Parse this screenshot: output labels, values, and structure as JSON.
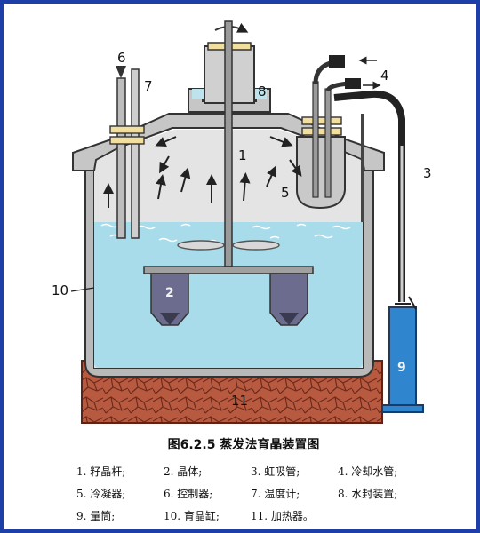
{
  "figure": {
    "caption": "图6.2.5 蒸发法育晶装置图",
    "labels": {
      "n1": "1",
      "n2": "2",
      "n3": "3",
      "n4": "4",
      "n5": "5",
      "n6": "6",
      "n7": "7",
      "n8": "8",
      "n9": "9",
      "n10": "10",
      "n11": "11"
    },
    "legend": [
      [
        "1. 籽晶杆;",
        "2. 晶体;",
        "3. 虹吸管;",
        "4. 冷却水管;"
      ],
      [
        "5. 冷凝器;",
        "6. 控制器;",
        "7. 温度计;",
        "8. 水封装置;"
      ],
      [
        "9. 量筒;",
        "10. 育晶缸;",
        "11. 加热器。"
      ]
    ],
    "colors": {
      "frame": "#1f3fa8",
      "vessel_wall": "#c8c8c8",
      "vapor": "#e2e2e2",
      "solution": "#a6dbe8",
      "heater": "#b0523a",
      "crystal": "#6b6b8a"
    }
  }
}
